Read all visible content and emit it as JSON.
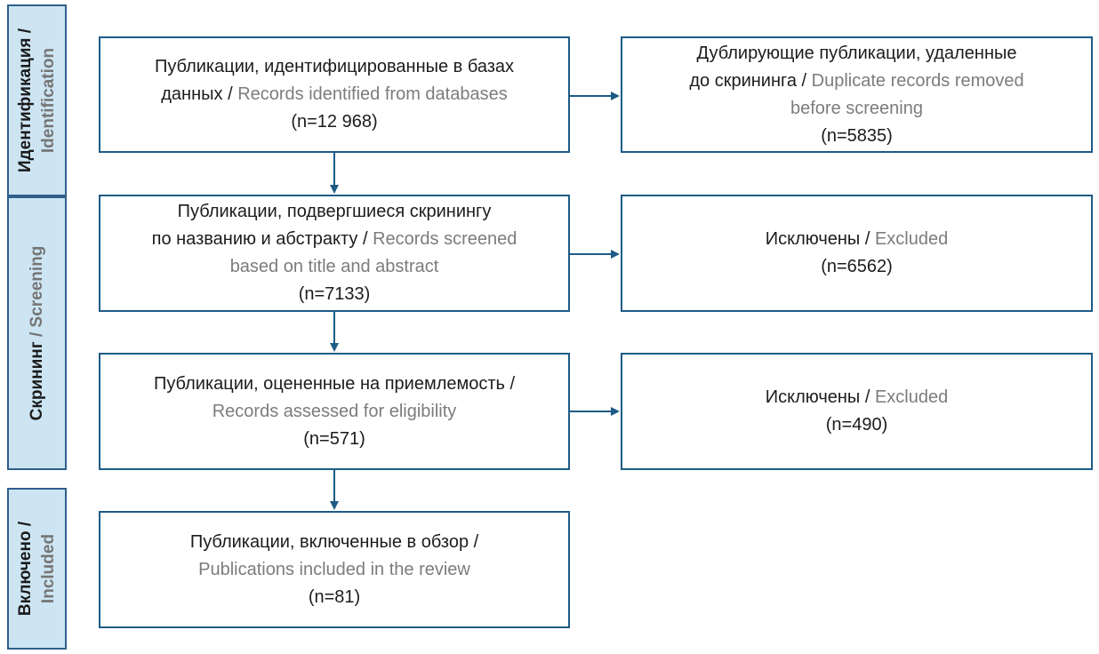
{
  "stages": {
    "identification": {
      "ru": "Идентификация /",
      "en": "Identification"
    },
    "screening": {
      "ru": "Скрининг",
      "sep": " / ",
      "en": "Screening"
    },
    "included": {
      "ru": "Включено /",
      "en": "Included"
    }
  },
  "boxes": {
    "identified": {
      "ru_1": "Публикации, идентифицированные в базах",
      "ru_2": "данных / ",
      "en": "Records identified from databases",
      "n": "(n=12 968)"
    },
    "duplicates": {
      "ru_1": "Дублирующие публикации, удаленные",
      "ru_2": "до скрининга / ",
      "en_1": "Duplicate records removed",
      "en_2": "before screening",
      "n": "(n=5835)"
    },
    "screened": {
      "ru_1": "Публикации, подвергшиеся скринингу",
      "ru_2": "по названию и абстракту / ",
      "en_1": "Records screened",
      "en_2": "based on title and abstract",
      "n": "(n=7133)"
    },
    "excluded_screening": {
      "ru": "Исключены / ",
      "en": "Excluded",
      "n": "(n=6562)"
    },
    "eligibility": {
      "ru": "Публикации, оцененные на приемлемость /",
      "en": "Records assessed for eligibility",
      "n": "(n=571)"
    },
    "excluded_eligibility": {
      "ru": "Исключены / ",
      "en": "Excluded",
      "n": "(n=490)"
    },
    "included": {
      "ru": "Публикации, включенные в обзор /",
      "en": "Publications included in the review",
      "n": "(n=81)"
    }
  },
  "colors": {
    "stage_fill": "#cde5f3",
    "border": "#1d5b86",
    "arrow": "#1d5b86",
    "english_text": "#7c7c7c"
  }
}
